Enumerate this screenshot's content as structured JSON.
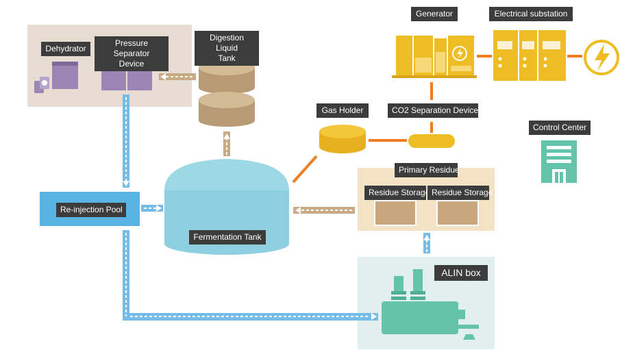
{
  "labels": {
    "dehydrator": "Dehydrator",
    "pressure_separator_line1": "Pressure Separator",
    "pressure_separator_line2": "Device",
    "digestion_tank_line1": "Digestion Liquid",
    "digestion_tank_line2": "Tank",
    "generator": "Generator",
    "substation": "Electrical substation",
    "gas_holder": "Gas Holder",
    "co2_separation": "CO2 Separation Device",
    "control_center": "Control Center",
    "primary_residue": "Primary Residue",
    "residue_storage_1": "Residue Storage",
    "residue_storage_2": "Residue Storage",
    "reinjection_pool": "Re-injection Pool",
    "fermentation_tank": "Fermentation Tank",
    "alin_box": "ALIN box"
  },
  "colors": {
    "dehydration_area": "#e6dcd2",
    "purple_device": "#9b87b3",
    "tan_tank": "#c8ab84",
    "fermentation_tank": "#9dd8e6",
    "pool": "#5bb3e3",
    "gold": "#eebd23",
    "orange_line": "#ef7d22",
    "residue_area": "#f3e2c3",
    "residue_box": "#c6a77e",
    "alin_area": "#e2efef",
    "teal": "#63c4ab",
    "blue_arrow": "#74bde9",
    "tan_arrow": "#c8ab84"
  },
  "icons": [
    "lightning-icon",
    "control-center-building-icon",
    "phone-icon"
  ]
}
